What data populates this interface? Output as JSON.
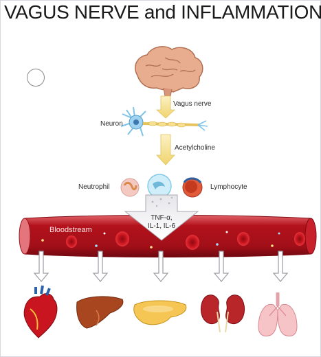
{
  "title": "VAGUS NERVE and INFLAMMATION",
  "labels": {
    "vagus_nerve": "Vagus nerve",
    "neuron": "Neuron",
    "acetylcholine": "Acetylcholine",
    "neutrophil": "Neutrophil",
    "lymphocyte": "Lymphocyte",
    "cytokines_line1": "TNF-α,",
    "cytokines_line2": "IL-1, IL-6",
    "bloodstream": "Bloodstream"
  },
  "colors": {
    "vessel": "#b3121c",
    "vessel_dark": "#7d0a12",
    "arrow_yellow": "#f2dc84",
    "brain": "#e2a383"
  }
}
